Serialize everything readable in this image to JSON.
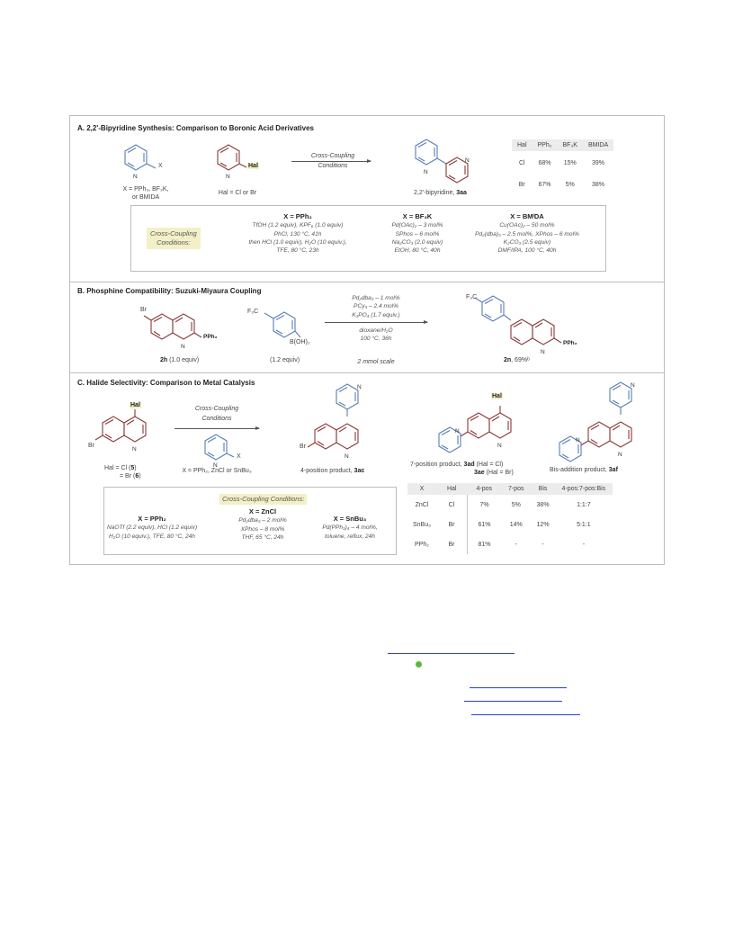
{
  "sectionA": {
    "title": "A. 2,2'-Bipyridine Synthesis: Comparison to Boronic Acid Derivatives",
    "reagent1_x": "X",
    "reagent1_caption_l1": "X = PPh₃, BF₃K,",
    "reagent1_caption_l2": "or BMIDA",
    "reagent2_hal": "Hal",
    "reagent2_caption": "Hal = Cl or Br",
    "arrow_l1": "Cross-Coupling",
    "arrow_l2": "Conditions",
    "product_caption": "2,2'-bipyridine,",
    "product_id": "3aa",
    "table": {
      "headers": [
        "Hal",
        "PPh₂",
        "BF₃K",
        "BMIDA"
      ],
      "rows": [
        [
          "Cl",
          "68%",
          "15%",
          "39%"
        ],
        [
          "Br",
          "67%",
          "5%",
          "38%"
        ]
      ]
    },
    "conditions_label_l1": "Cross-Coupling",
    "conditions_label_l2": "Conditions:",
    "conditions": [
      {
        "header": "X = PPh₂",
        "lines": [
          "TfOH (1.2 equiv), KPF₆ (1.0 equiv)",
          "PhCl, 130 °C, 41h",
          "then HCl (1.0 equiv), H₂O (10 equiv.),",
          "TFE, 80 °C, 23h"
        ]
      },
      {
        "header": "X = BF₃K",
        "lines": [
          "Pd(OAc)₂ – 3 mol%",
          "SPhos – 6 mol%",
          "Na₂CO₃ (2.0 equiv)",
          "EtOH, 80 °C, 40h"
        ]
      },
      {
        "header": "X = BMᴵDA",
        "lines": [
          "Cu(OAc)₂ – 50 mol%",
          "Pd₂(dba)₃ – 2.5 mol%, XPhos – 6 mol%",
          "K₂CO₃ (2.5 equiv)",
          "DMF/IPA, 100 °C, 40h"
        ]
      }
    ]
  },
  "sectionB": {
    "title": "B. Phosphine Compatibility: Suzuki-Miyaura Coupling",
    "r1_br": "Br",
    "r1_pph2": "PPh₂",
    "r1_id": "2h",
    "r1_equiv": "(1.0 equiv)",
    "r2_cf3": "F₃C",
    "r2_boh": "B(OH)₂",
    "r2_equiv": "(1.2 equiv)",
    "cond_above": [
      "Pd₂dba₃ – 1 mol%",
      "PCy₃ – 2.4 mol%",
      "K₃PO₄ (1.7 equiv.)"
    ],
    "cond_below": [
      "dioxane/H₂O",
      "100 °C, 36h"
    ],
    "scale": "2 mmol scale",
    "p_cf3": "F₃C",
    "p_pph2": "PPh₂",
    "p_id": "2n",
    "p_yield": ", 69%ᵇ"
  },
  "sectionC": {
    "title": "C. Halide Selectivity: Comparison to Metal Catalysis",
    "r1_hal": "Hal",
    "r1_br": "Br",
    "r1_cap1": "Hal = Cl (",
    "r1_cap1_id": "5",
    "r1_cap1_end": ")",
    "r1_cap2": "= Br (",
    "r1_cap2_id": "6",
    "r1_cap2_end": ")",
    "arrow_l1": "Cross-Coupling",
    "arrow_l2": "Conditions",
    "r2_x": "X",
    "r2_cap": "X = PPh₂, ZnCl or SnBu₃",
    "p1_br": "Br",
    "p1_cap": "4-position product,",
    "p1_id": "3ac",
    "p2_hal": "Hal",
    "p2_cap1": "7-position product,",
    "p2_cap1_id": "3ad",
    "p2_cap1_end": " (Hal = Cl)",
    "p2_cap2_id": "3ae",
    "p2_cap2_end": " (Hal = Br)",
    "p3_cap": "Bis-addition product,",
    "p3_id": "3af",
    "conditions_label": "Cross-Coupling Conditions:",
    "conditions": [
      {
        "header": "X = PPh₂",
        "lines": [
          "NaOTf (2.2 equiv), HCl (1.2 equiv)",
          "H₂O (10 equiv.), TFE, 80 °C, 24h"
        ]
      },
      {
        "header": "X = ZnCl",
        "lines": [
          "Pd₂dba₃ – 2 mol%",
          "XPhos – 8 mol%",
          "THF, 65 °C, 24h"
        ]
      },
      {
        "header": "X = SnBu₃",
        "lines": [
          "Pd(PPh₃)₄ – 4 mol%,",
          "toluene, reflux, 24h"
        ]
      }
    ],
    "table": {
      "headers": [
        "X",
        "Hal",
        "4-pos",
        "7-pos",
        "Bis",
        "4-pos:7-pos:Bis"
      ],
      "rows": [
        [
          "ZnCl",
          "Cl",
          "7%",
          "5%",
          "38%",
          "1:1:7"
        ],
        [
          "SnBu₃",
          "Br",
          "61%",
          "14%",
          "12%",
          "5:1:1"
        ],
        [
          "PPh₂",
          "Br",
          "81%",
          "-",
          "-",
          "-"
        ]
      ]
    }
  }
}
